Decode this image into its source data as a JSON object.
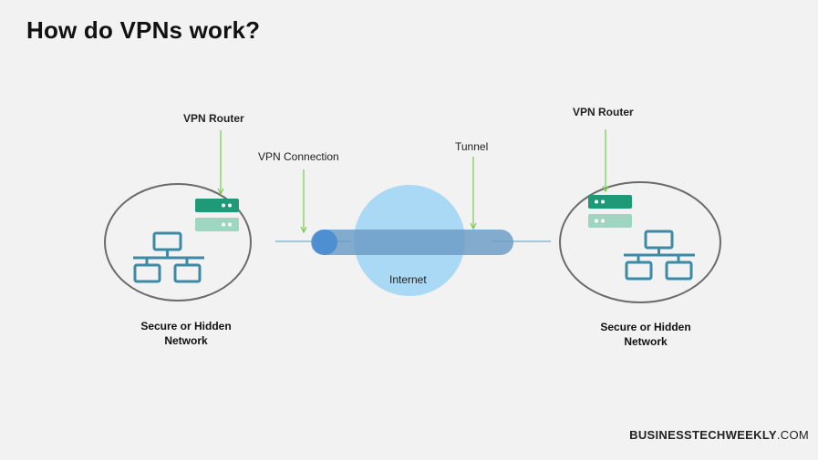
{
  "title": "How do VPNs work?",
  "labels": {
    "vpn_router_left": "VPN Router",
    "vpn_router_right": "VPN Router",
    "vpn_connection": "VPN Connection",
    "tunnel": "Tunnel",
    "internet": "Internet",
    "network_left_line1": "Secure or Hidden",
    "network_left_line2": "Network",
    "network_right_line1": "Secure or Hidden",
    "network_right_line2": "Network"
  },
  "brand": {
    "bold": "BUSINESSTECHWEEKLY",
    "suffix": ".COM"
  },
  "colors": {
    "background": "#f2f2f2",
    "network_icon": "#3c8aa5",
    "router_dark": "#1f9a78",
    "router_light": "#9fd6c2",
    "pointer_lines": "#7acb4e",
    "internet_circle": "#a9d9f4",
    "tunnel": "#6a9bc6",
    "network_ellipse_stroke": "#6b6b6b"
  }
}
